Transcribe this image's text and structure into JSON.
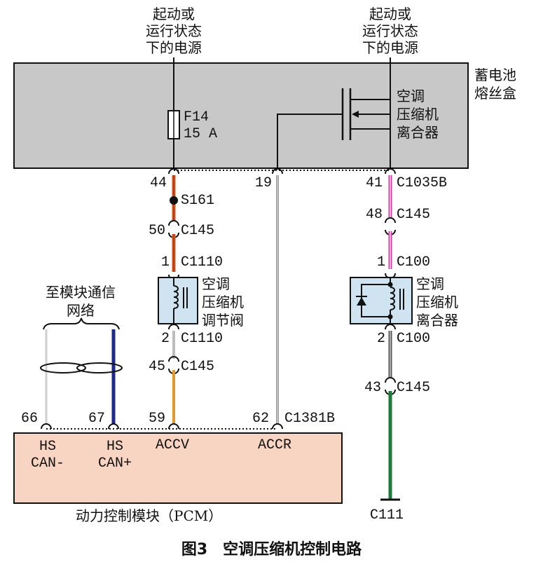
{
  "top_supply_left": [
    "起动或",
    "运行状态",
    "下的电源"
  ],
  "top_supply_right": [
    "起动或",
    "运行状态",
    "下的电源"
  ],
  "fuse_box_label": [
    "蓄电池",
    "熔丝盒"
  ],
  "fuse_label": [
    "F14",
    "15 A"
  ],
  "relay_label": [
    "空调",
    "压缩机",
    "离合器"
  ],
  "pins": {
    "p44": "44",
    "p19": "19",
    "p41": "41",
    "c1035b": "C1035B",
    "s161": "S161",
    "p50": "50",
    "c145_a": "C145",
    "p48": "48",
    "c145_b": "C145",
    "p1_left": "1",
    "c1110_a": "C1110",
    "p1_right": "1",
    "c100_a": "C100",
    "p2_left": "2",
    "c1110_b": "C1110",
    "p2_right": "2",
    "c100_b": "C100",
    "p45": "45",
    "c145_c": "C145",
    "p43": "43",
    "c145_d": "C145",
    "p66": "66",
    "p67": "67",
    "p59": "59",
    "p62": "62",
    "c1381b": "C1381B",
    "c111": "C111"
  },
  "valve_label": [
    "空调",
    "压缩机",
    "调节阀"
  ],
  "clutch_label": [
    "空调",
    "压缩机",
    "离合器"
  ],
  "network_label": [
    "至模块通信",
    "网络"
  ],
  "pcm_pins": {
    "hs1": "HS",
    "can_minus": "CAN-",
    "hs2": "HS",
    "can_plus": "CAN+",
    "accv": "ACCV",
    "accr": "ACCR"
  },
  "pcm_label": "动力控制模块（PCM）",
  "caption": "图3　空调压缩机控制电路",
  "colors": {
    "fuse_box": "#c8c8c8",
    "pcm_box": "#f8d4c2",
    "component_box": "#cfe4f0",
    "wire_red_orange": "#d9541e",
    "wire_pink": "#d23ea8",
    "wire_gray": "#9a9a9a",
    "wire_orange": "#e39a2a",
    "wire_green": "#1f7a3a",
    "wire_blue": "#1c2a8c"
  }
}
